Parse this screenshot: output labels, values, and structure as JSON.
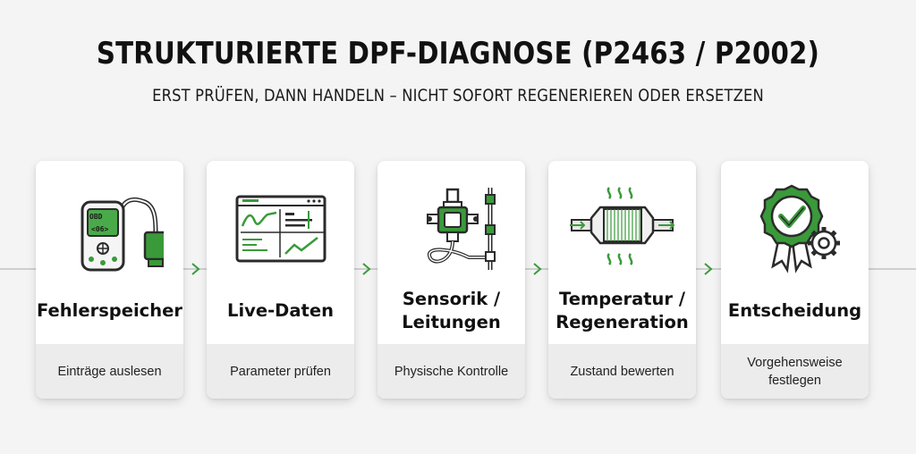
{
  "header": {
    "title": "STRUKTURIERTE DPF-DIAGNOSE (P2463 / P2002)",
    "subtitle": "ERST PRÜFEN, DANN HANDELN – NICHT SOFORT REGENERIEREN ODER ERSETZEN"
  },
  "colors": {
    "accent": "#3a9a3a",
    "icon_stroke": "#2b2b2b",
    "card_footer": "#ececec",
    "flow_line": "#cfcfcf"
  },
  "steps": [
    {
      "title": "Fehlerspeicher",
      "description": "Einträge auslesen",
      "icon": "obd-scanner-icon",
      "screen_text": "OBD",
      "screen_code": "<06>"
    },
    {
      "title": "Live-Daten",
      "description": "Parameter prüfen",
      "icon": "live-data-monitor-icon"
    },
    {
      "title": "Sensorik /\nLeitungen",
      "description": "Physische Kontrolle",
      "icon": "sensor-lines-icon"
    },
    {
      "title": "Temperatur /\nRegeneration",
      "description": "Zustand bewerten",
      "icon": "heated-filter-icon"
    },
    {
      "title": "Entscheidung",
      "description": "Vorgehensweise\nfestlegen",
      "icon": "approval-badge-gear-icon"
    }
  ]
}
